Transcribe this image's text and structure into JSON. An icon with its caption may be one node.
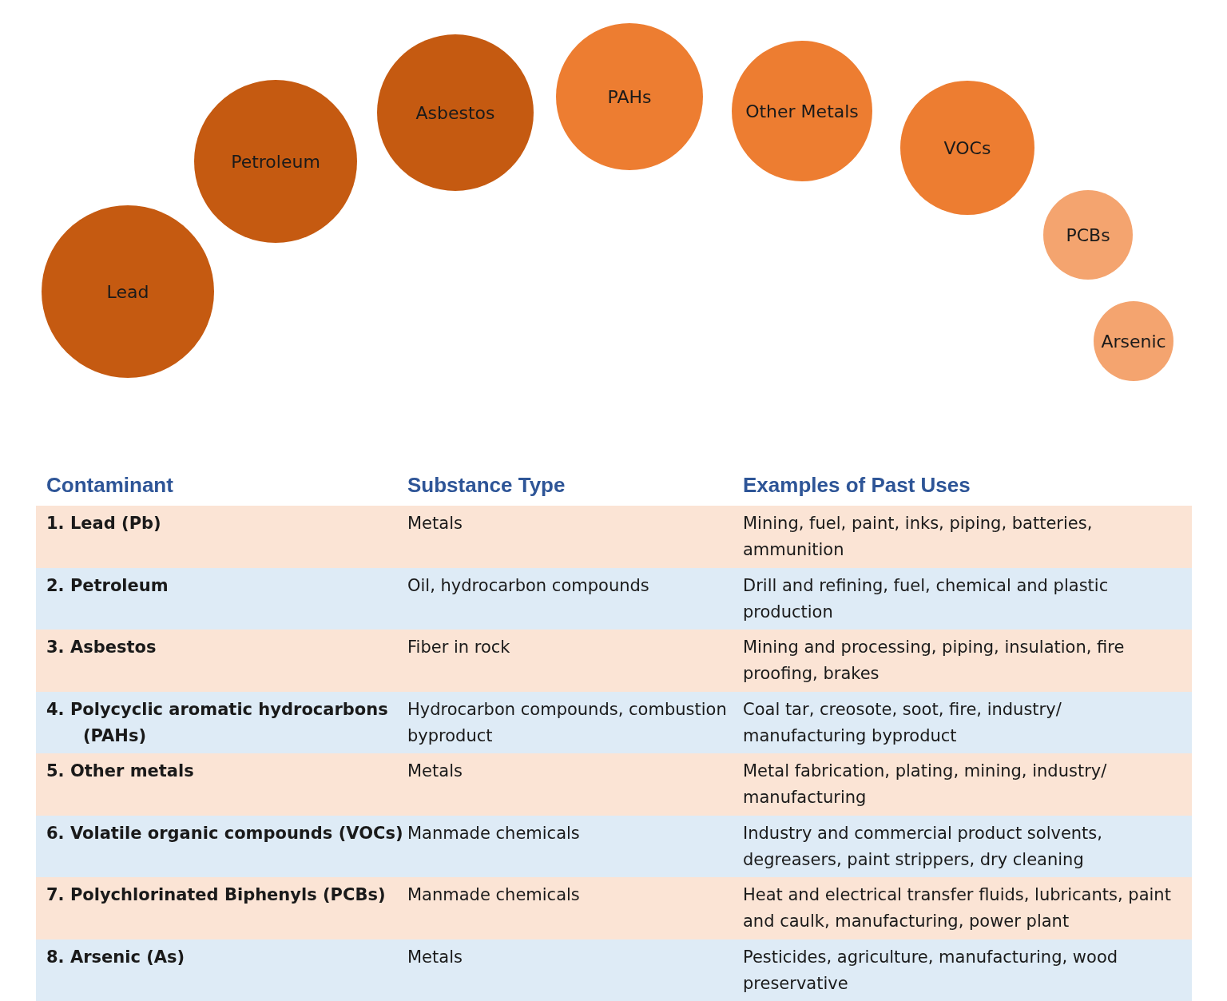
{
  "diagram": {
    "nodes": [
      {
        "text": [
          "Lead"
        ]
      },
      {
        "text": [
          "Petroleum"
        ]
      },
      {
        "text": [
          "Asbestos"
        ]
      },
      {
        "text": [
          "PAHs"
        ]
      },
      {
        "text": [
          "Other Metals"
        ]
      },
      {
        "text": [
          "VOCs"
        ]
      },
      {
        "text": [
          "PCBs"
        ]
      },
      {
        "text": [
          "Arsenic"
        ]
      }
    ],
    "edges": [],
    "labels": [
      "Contaminant",
      "Substance Type",
      "Examples of Past Uses",
      "1. Lead (Pb)",
      "Metals",
      "Mining, fuel, paint, inks, piping, batteries, ammunition",
      "2. Petroleum",
      "Oil, hydrocarbon compounds",
      "Drill and refining, fuel, chemical and plastic production",
      "3. Asbestos",
      "Fiber in rock",
      "Mining and processing, piping, insulation, fire proofing, brakes",
      "4. Polycyclic aromatic hydrocarbons (PAHs)",
      "Hydrocarbon compounds, combustion byproduct",
      "Coal tar, creosote, soot, fire, industry/ manufacturing byproduct",
      "5. Other metals",
      "Metals",
      "Metal fabrication, plating, mining, industry/ manufacturing",
      "6. Volatile organic compounds (VOCs)",
      "Manmade chemicals",
      "Industry and commercial product solvents, degreasers, paint strippers, dry cleaning",
      "7. Polychlorinated Biphenyls (PCBs)",
      "Manmade chemicals",
      "Heat and electrical transfer fluids, lubricants, paint and caulk, manufacturing, power plant",
      "8. Arsenic (As)",
      "Metals",
      "Pesticides, agriculture, manufacturing, wood preservative"
    ]
  }
}
